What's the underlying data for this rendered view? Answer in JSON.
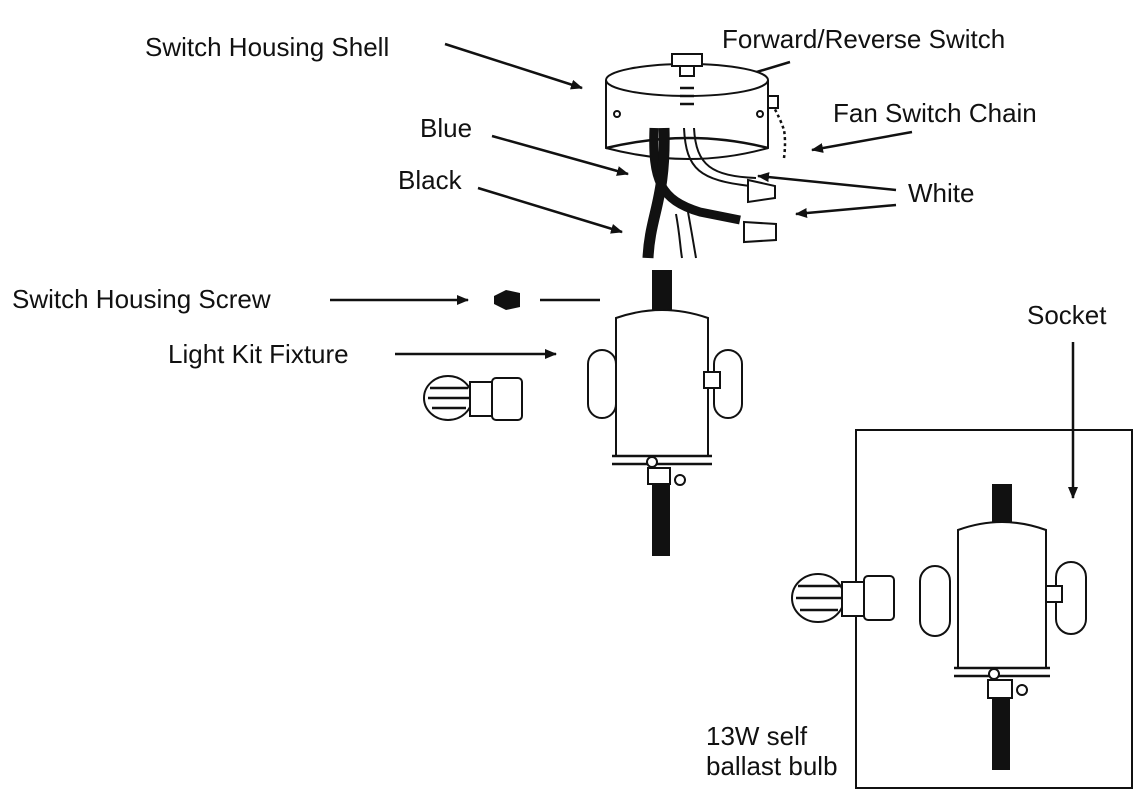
{
  "labels": {
    "switch_housing_shell": "Switch Housing Shell",
    "forward_reverse_switch": "Forward/Reverse Switch",
    "fan_switch_chain": "Fan Switch Chain",
    "blue": "Blue",
    "black": "Black",
    "white": "White",
    "switch_housing_screw": "Switch Housing Screw",
    "light_kit_fixture": "Light Kit Fixture",
    "socket": "Socket",
    "bulb_line1": "13W self",
    "bulb_line2": "ballast bulb"
  },
  "colors": {
    "ink": "#111111",
    "paper": "#ffffff"
  }
}
